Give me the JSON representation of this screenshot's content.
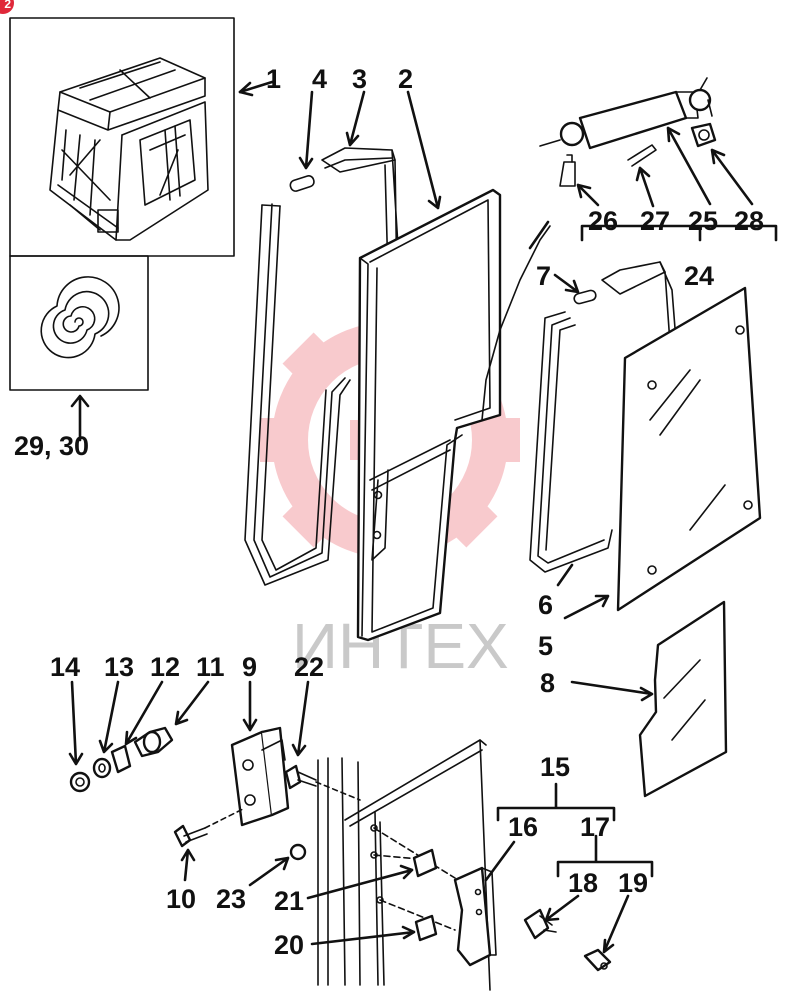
{
  "badge": "2",
  "watermark": {
    "text": "ИНТЕХ",
    "color": "#e8434f"
  },
  "labels": {
    "l1": "1",
    "l2": "2",
    "l3": "3",
    "l4": "4",
    "l5": "5",
    "l6": "6",
    "l7": "7",
    "l8": "8",
    "l9": "9",
    "l10": "10",
    "l11": "11",
    "l12": "12",
    "l13": "13",
    "l14": "14",
    "l15": "15",
    "l16": "16",
    "l17": "17",
    "l18": "18",
    "l19": "19",
    "l20": "20",
    "l21": "21",
    "l22": "22",
    "l23": "23",
    "l24": "24",
    "l25": "25",
    "l26": "26",
    "l27": "27",
    "l28": "28",
    "l29": "29, 30"
  }
}
